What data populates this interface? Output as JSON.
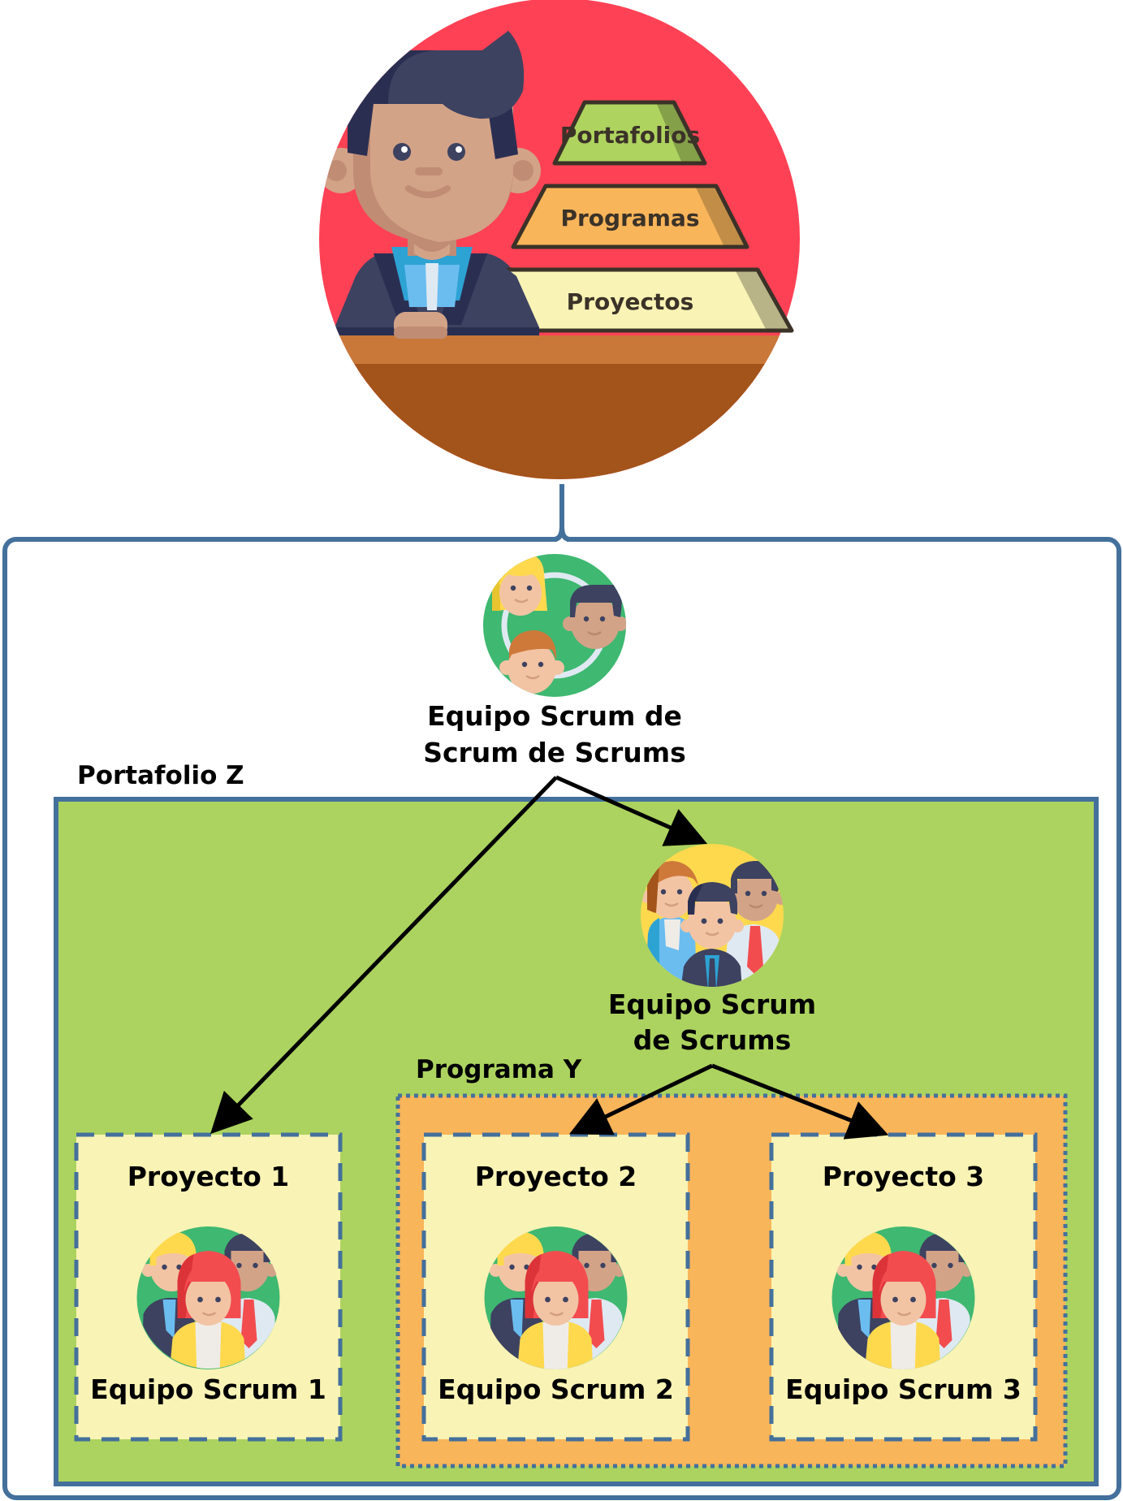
{
  "diagram": {
    "title_illustration": {
      "description": "Manager with hierarchy pyramid",
      "pyramid_levels": [
        {
          "label": "Portafolios",
          "color": "#aed35f",
          "shade": "#84a048"
        },
        {
          "label": "Programas",
          "color": "#f9b55a",
          "shade": "#c28e47"
        },
        {
          "label": "Proyectos",
          "color": "#f9f3b5",
          "shade": "#b9b487"
        }
      ],
      "circle_color": "#ff4155",
      "desk_top_color": "#c97839",
      "desk_front_color": "#a3541a"
    },
    "top_team": {
      "label_line1": "Equipo Scrum de",
      "label_line2": "Scrum de Scrums",
      "icon": "team-circle-icon",
      "icon_bg": "#3fb871"
    },
    "portfolio": {
      "label": "Portafolio Z",
      "fill": "#acd35f",
      "border": "#44709c"
    },
    "program_team": {
      "label_line1": "Equipo Scrum",
      "label_line2": "de Scrums",
      "icon": "team-group-icon",
      "icon_bg": "#fed94e"
    },
    "program": {
      "label": "Programa Y",
      "fill": "#f9b55a",
      "border": "#44709c"
    },
    "projects": [
      {
        "title": "Proyecto 1",
        "team": "Equipo Scrum 1",
        "in_program": false
      },
      {
        "title": "Proyecto 2",
        "team": "Equipo Scrum 2",
        "in_program": true
      },
      {
        "title": "Proyecto 3",
        "team": "Equipo Scrum 3",
        "in_program": true
      }
    ],
    "project_fill": "#f9f3b5",
    "edges": [
      {
        "from": "top_team",
        "to": "program_team"
      },
      {
        "from": "top_team",
        "to": "Proyecto 1"
      },
      {
        "from": "program_team",
        "to": "Proyecto 2"
      },
      {
        "from": "program_team",
        "to": "Proyecto 3"
      }
    ]
  }
}
